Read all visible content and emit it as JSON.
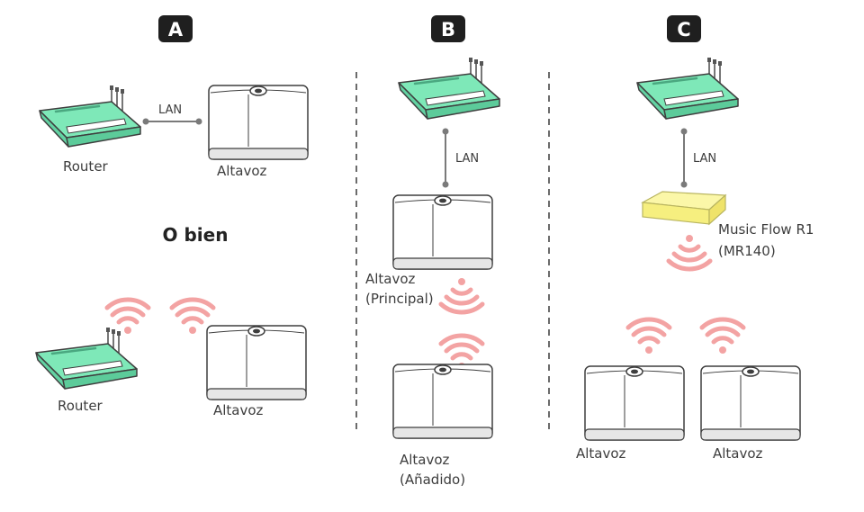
{
  "panels": {
    "a": {
      "badge": "A",
      "top_router_label": "Router",
      "top_speaker_label": "Altavoz",
      "lan_label": "LAN",
      "separator": "O bien",
      "bottom_router_label": "Router",
      "bottom_speaker_label": "Altavoz"
    },
    "b": {
      "badge": "B",
      "lan_label": "LAN",
      "main_speaker_line1": "Altavoz",
      "main_speaker_line2": "(Principal)",
      "added_speaker_line1": "Altavoz",
      "added_speaker_line2": "(Añadido)"
    },
    "c": {
      "badge": "C",
      "lan_label": "LAN",
      "bridge_line1": "Music Flow R1",
      "bridge_line2": "(MR140)",
      "speaker1_label": "Altavoz",
      "speaker2_label": "Altavoz"
    }
  },
  "colors": {
    "router": "#7ee8b8",
    "bridge": "#fbf7a8",
    "wifi": "#f3a3a3",
    "badge": "#1f1f1f",
    "line": "#7a7a7a",
    "divider": "#6b6b6b"
  },
  "icons": {
    "router": "router-icon",
    "speaker": "speaker-icon",
    "wifi": "wifi-icon",
    "bridge": "bridge-icon"
  }
}
